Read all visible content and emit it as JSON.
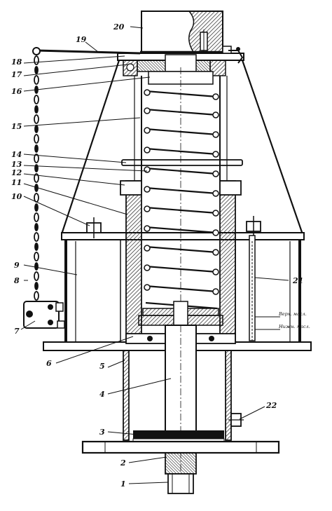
{
  "colors": {
    "ink": "#111111",
    "paper": "#ffffff",
    "hatch": "#222222"
  },
  "callouts": [
    "1",
    "2",
    "3",
    "4",
    "5",
    "6",
    "7",
    "8",
    "9",
    "10",
    "11",
    "12",
    "13",
    "14",
    "15",
    "16",
    "17",
    "18",
    "19",
    "20",
    "21",
    "22"
  ],
  "oil_gauge_marks": [
    "Bepx. масл.",
    "Нижн. масл."
  ]
}
